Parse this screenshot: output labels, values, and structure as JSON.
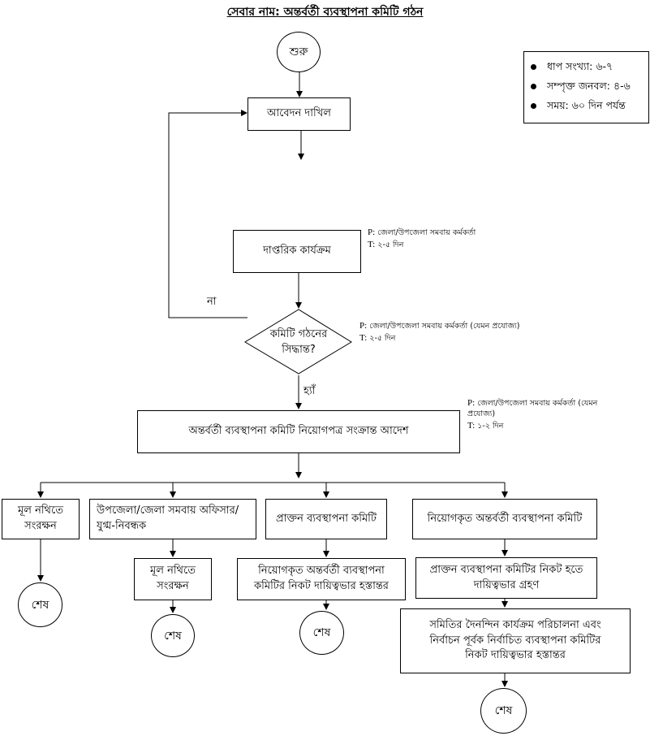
{
  "title": "সেবার নাম: অন্তর্বর্তী ব্যবস্থাপনা কমিটি গঠন",
  "legend": [
    "ধাপ সংখ্যা: ৬-৭",
    "সম্পৃক্ত জনবল: ৪-৬",
    "সময়: ৬০ দিন পর্যন্ত"
  ],
  "nodes": {
    "start": "শুরু",
    "submit": "আবেদন দাখিল",
    "office": "দাপ্তরিক কার্যক্রম",
    "decision": [
      "কমিটি গঠনের",
      "সিদ্ধান্ত?"
    ],
    "order": "অন্তর্বর্তী ব্যবস্থাপনা কমিটি নিয়োগপত্র সংক্রান্ত আদেশ",
    "b1": [
      "মূল নথিতে",
      "সংরক্ষন"
    ],
    "b2": [
      "উপজেলা/জেলা সমবায় অফিসার/",
      "যুগ্ম-নিবন্ধক"
    ],
    "b2a": [
      "মূল নথিতে",
      "সংরক্ষন"
    ],
    "b3": "প্রাক্তন ব্যবস্থাপনা কমিটি",
    "b3a": [
      "নিয়োগকৃত অন্তর্বর্তী ব্যবস্থাপনা",
      "কমিটির নিকট দায়িত্বভার হস্তান্তর"
    ],
    "b4": "নিয়োগকৃত অন্তর্বর্তী ব্যবস্থাপনা কমিটি",
    "b4a": [
      "প্রাক্তন ব্যবস্থাপনা কমিটির নিকট হতে",
      "দায়িত্বভার গ্রহণ"
    ],
    "b4b": [
      "সমিতির দৈনন্দিন কার্যক্রম পরিচালনা এবং",
      "নির্বাচন পূর্বক নির্বাচিত ব্যবস্থাপনা কমিটির",
      "নিকট দায়িত্বভার হস্তান্তর"
    ],
    "end": "শেষ"
  },
  "edge_labels": {
    "no": "না",
    "yes": "হ্যাঁ"
  },
  "notes": {
    "office": {
      "p": "জেলা/উপজেলা সমবায় কর্মকর্তা",
      "t": "২-৫ দিন"
    },
    "decision": {
      "p": "জেলা/উপজেলা সমবায় কর্মকর্তা (যেমন প্রযোজ্য)",
      "t": "২-৫ দিন"
    },
    "order": {
      "p": [
        "জেলা/উপজেলা সমবায় কর্মকর্তা (যেমন",
        "প্রযোজ্য)"
      ],
      "t": "১-২ দিন"
    },
    "p_prefix": "P:",
    "t_prefix": "T:"
  }
}
